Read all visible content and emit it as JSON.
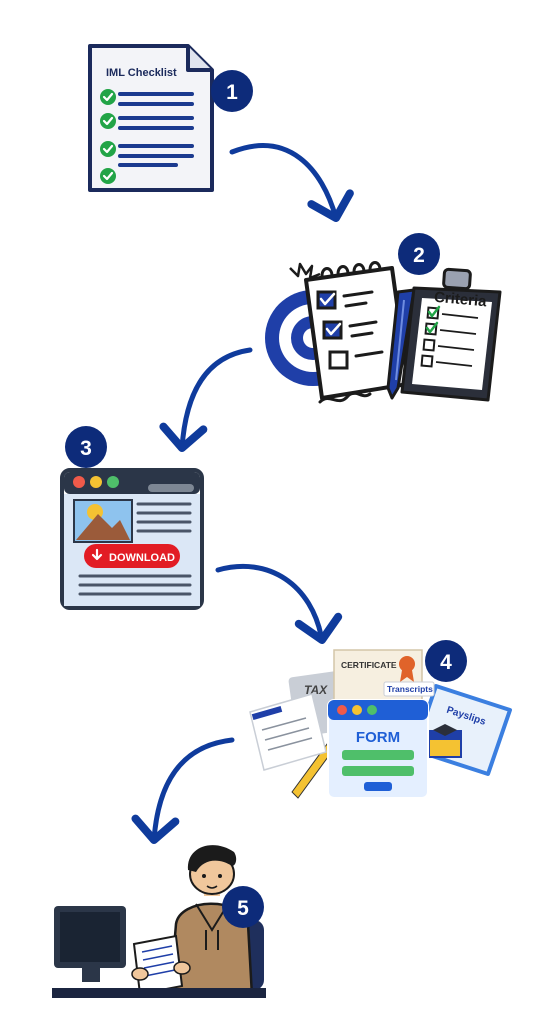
{
  "steps": [
    {
      "number": "1",
      "icon": "checklist-document-icon",
      "title": "IML Checklist"
    },
    {
      "number": "2",
      "icon": "criteria-clipboard-icon",
      "title": "Criteria"
    },
    {
      "number": "3",
      "icon": "download-webpage-icon",
      "button": "DOWNLOAD"
    },
    {
      "number": "4",
      "icon": "documents-form-icon",
      "form": "FORM",
      "certificate": "CERTIFICATE",
      "transcripts": "Transcripts",
      "tax": "TAX",
      "payslips": "Payslips"
    },
    {
      "number": "5",
      "icon": "person-at-computer-icon"
    }
  ],
  "colors": {
    "navy": "#0d2b7a",
    "arrow": "#0f3b9c",
    "check": "#22a447",
    "download": "#e21c24"
  }
}
